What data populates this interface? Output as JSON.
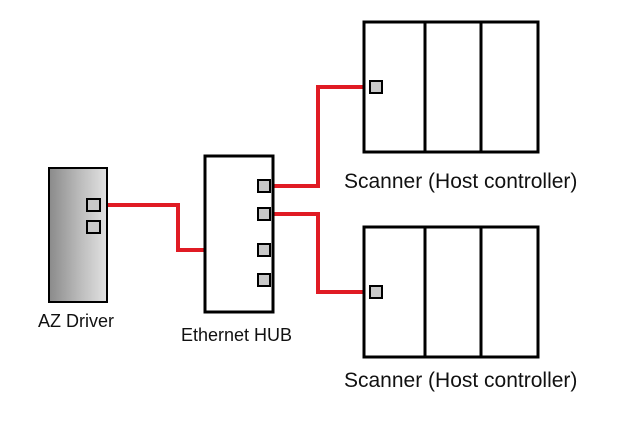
{
  "labels": {
    "driver": "AZ Driver",
    "hub": "Ethernet HUB",
    "scanner_top": "Scanner (Host controller)",
    "scanner_bottom": "Scanner (Host controller)"
  },
  "colors": {
    "cable": "#e01b24",
    "outline": "#000000",
    "port_fill": "#c8c8c8",
    "driver_dark": "#8a8a8a",
    "driver_light": "#e2e2e2",
    "background": "#ffffff"
  },
  "icons": {
    "port": "ethernet-port-icon",
    "cable": "ethernet-cable"
  }
}
